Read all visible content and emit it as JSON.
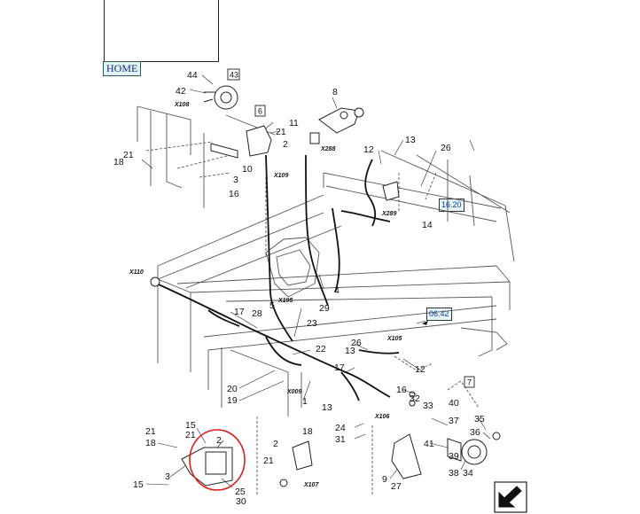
{
  "nav": {
    "home_label": "HOME"
  },
  "refs": {
    "r1": "16.20",
    "r2": "06.42"
  },
  "boxed_labels": {
    "b43": "43",
    "b6": "6",
    "b7": "7"
  },
  "connectors": {
    "x108": "X108",
    "x109": "X109",
    "x288": "X288",
    "x289": "X289",
    "x110": "X110",
    "x195": "X195",
    "x105": "X105",
    "x009": "X009",
    "x106": "X106",
    "x107": "X107"
  },
  "callouts": {
    "c44": "44",
    "c42": "42",
    "c8": "8",
    "c11": "11",
    "c21a": "21",
    "c2a": "2",
    "c13a": "13",
    "c26a": "26",
    "c12a": "12",
    "c21b": "21",
    "c18a": "18",
    "c10": "10",
    "c3a": "3",
    "c16a": "16",
    "c14": "14",
    "c4": "4",
    "c5": "5",
    "c29": "29",
    "c17a": "17",
    "c28": "28",
    "c23": "23",
    "c22": "22",
    "c26b": "26",
    "c13b": "13",
    "c12b": "12",
    "c17b": "17",
    "c20": "20",
    "c19": "19",
    "c1": "1",
    "c13c": "13",
    "c16b": "16",
    "c32": "32",
    "c33": "33",
    "c40": "40",
    "c37": "37",
    "c35": "35",
    "c36": "36",
    "c15a": "15",
    "c21c": "21",
    "c2b": "2",
    "c21d": "21",
    "c18b": "18",
    "c18c": "18",
    "c2c": "2",
    "c21e": "21",
    "c24": "24",
    "c31": "31",
    "c41": "41",
    "c39": "39",
    "c3b": "3",
    "c25": "25",
    "c15b": "15",
    "c30": "30",
    "c9": "9",
    "c27": "27",
    "c38": "38",
    "c34": "34"
  },
  "colors": {
    "highlight": "#d42020",
    "link_text": "#123a8a",
    "link_bg": "#e6f6fb"
  }
}
